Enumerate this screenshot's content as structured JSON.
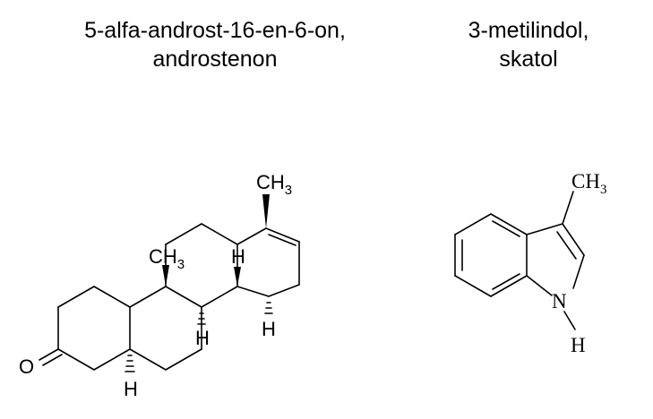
{
  "left_title": {
    "line1": "5-alfa-androst-16-en-6-on,",
    "line2": "androstenon"
  },
  "right_title": {
    "line1": "3-metilindol,",
    "line2": "skatol"
  },
  "androstenone_labels": {
    "ch3_top": "CH",
    "ch3_top_sub": "3",
    "ch3_mid": "CH",
    "ch3_mid_sub": "3",
    "h_upper": "H",
    "h_lower_left": "H",
    "h_lower_right": "H",
    "h_bottom": "H",
    "o": "O"
  },
  "skatole_labels": {
    "ch3": "CH",
    "ch3_sub": "3",
    "n": "N",
    "h": "H"
  }
}
